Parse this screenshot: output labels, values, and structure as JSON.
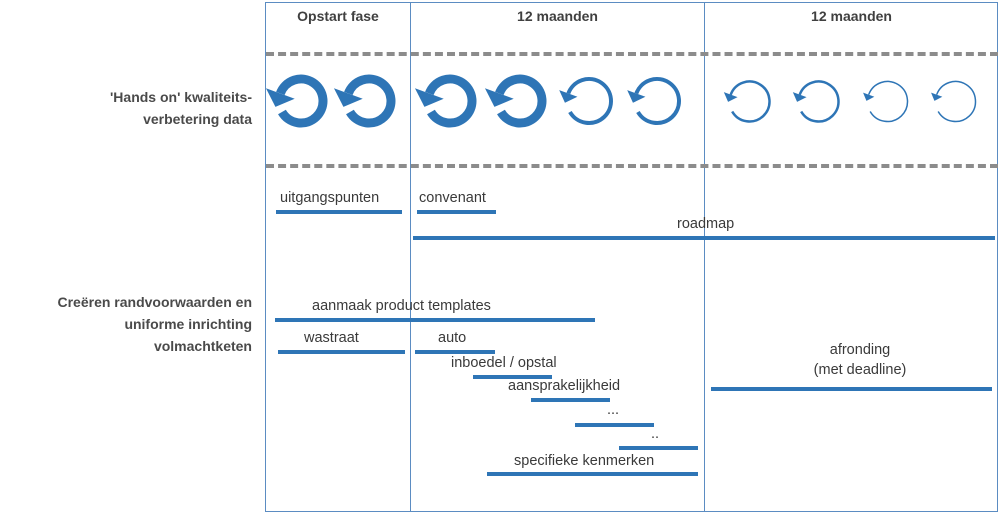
{
  "headers": [
    "Opstart fase",
    "12 maanden",
    "12 maanden"
  ],
  "rows": {
    "row1_label": "'Hands on' kwaliteits-\nverbetering data",
    "row2_label": "Creëren randvoorwaarden en\nuniforme inrichting\nvolmachtketen"
  },
  "bars": [
    {
      "text": "uitgangspunten"
    },
    {
      "text": "convenant"
    },
    {
      "text": "roadmap"
    },
    {
      "text": "aanmaak product templates"
    },
    {
      "text": "wastraat"
    },
    {
      "text": "auto"
    },
    {
      "text": "inboedel / opstal"
    },
    {
      "text": "aansprakelijkheid"
    },
    {
      "text": "..."
    },
    {
      "text": ".."
    },
    {
      "text": "specifieke kenmerken"
    },
    {
      "text": "afronding\n(met deadline)"
    }
  ],
  "icons": [
    "circular-arrow-icon"
  ],
  "colors": {
    "accent": "#2e75b6",
    "frame": "#5b8cc2",
    "dash": "#8c8c8c"
  }
}
